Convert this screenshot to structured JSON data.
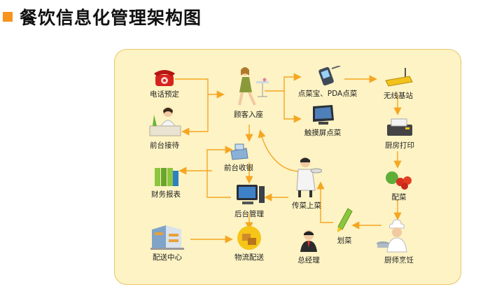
{
  "title": "餐饮信息化管理架构图",
  "colors": {
    "accent": "#f7941d",
    "panel_bg": "#fdf3c4",
    "panel_border": "#e8c56a",
    "arrow": "#f5a623"
  },
  "nodes": {
    "phone": {
      "label": "电话预定",
      "icon": "telephone-icon"
    },
    "reception": {
      "label": "前台接待",
      "icon": "receptionist-icon"
    },
    "seat": {
      "label": "顾客入座",
      "icon": "seated-customer-icon"
    },
    "pda": {
      "label": "点菜宝、PDA点菜",
      "icon": "pda-icon"
    },
    "touch": {
      "label": "触摸屏点菜",
      "icon": "touchscreen-icon"
    },
    "wifi": {
      "label": "无线基站",
      "icon": "wireless-router-icon"
    },
    "printer": {
      "label": "厨房打印",
      "icon": "printer-icon"
    },
    "cashier": {
      "label": "前台收银",
      "icon": "cash-register-icon"
    },
    "reports": {
      "label": "财务报表",
      "icon": "binders-icon"
    },
    "backend": {
      "label": "后台管理",
      "icon": "computer-icon"
    },
    "serve": {
      "label": "传菜上菜",
      "icon": "waiter-icon"
    },
    "dish": {
      "label": "配菜",
      "icon": "vegetables-icon"
    },
    "distribution": {
      "label": "配送中心",
      "icon": "building-icon"
    },
    "logistics": {
      "label": "物流配送",
      "icon": "boxes-icon"
    },
    "manager": {
      "label": "总经理",
      "icon": "manager-icon"
    },
    "strike": {
      "label": "划菜",
      "icon": "pen-icon"
    },
    "chef": {
      "label": "厨师烹饪",
      "icon": "chef-icon"
    }
  }
}
